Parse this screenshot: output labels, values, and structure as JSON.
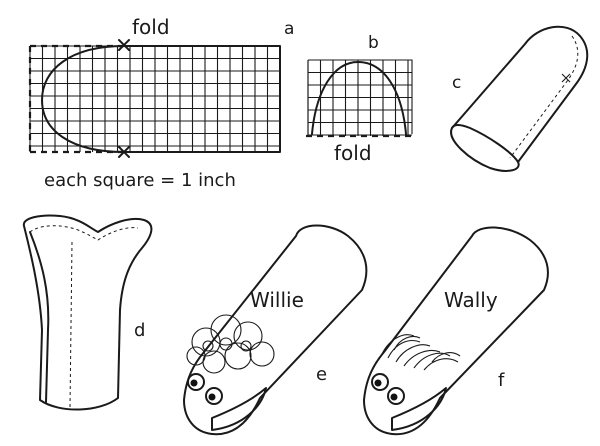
{
  "labels": {
    "a": "a",
    "b": "b",
    "c": "c",
    "d": "d",
    "e": "e",
    "f": "f"
  },
  "fold_a": "fold",
  "fold_b": "fold",
  "scale_note": "each square = 1 inch",
  "puppet_e_name": "Willie",
  "puppet_f_name": "Wally"
}
